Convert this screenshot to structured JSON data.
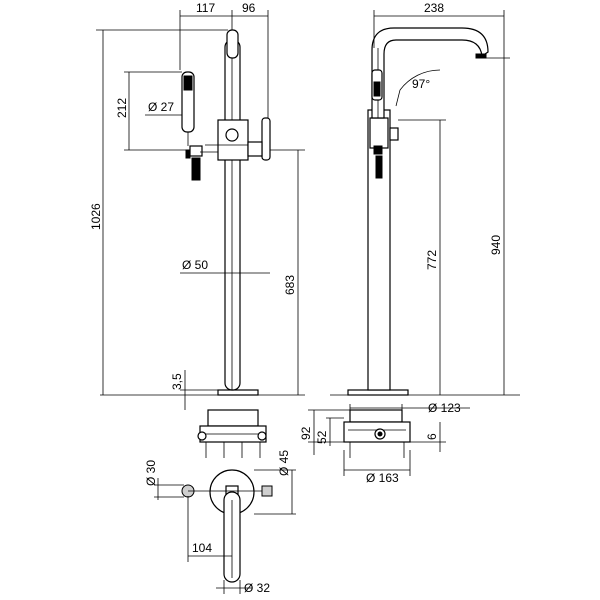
{
  "dimensions": {
    "top_left_width": "117",
    "top_right_width": "96",
    "total_height": "1026",
    "handshower_height": "212",
    "handshower_dia": "Ø 27",
    "pipe_dia": "Ø 50",
    "lever_height": "683",
    "base_thickness": "3,5",
    "side_reach": "238",
    "swivel_angle": "97°",
    "side_lever_height": "772",
    "spout_height": "940",
    "flange_dia": "Ø 123",
    "box_height": "92",
    "box_inner_height": "52",
    "box_feet": "6",
    "box_dia": "Ø 163",
    "plan_dia_small": "Ø 30",
    "plan_dia_rose": "Ø 45",
    "plan_offset": "104",
    "plan_spout_dia": "Ø 32"
  }
}
